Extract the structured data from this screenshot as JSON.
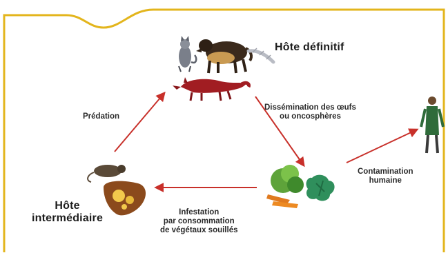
{
  "labels": {
    "definitive_host": "Hôte définitif",
    "intermediate_host_line1": "Hôte",
    "intermediate_host_line2": "intermédiaire",
    "predation": "Prédation",
    "dissemination_line1": "Dissémination des œufs",
    "dissemination_line2": "ou oncosphères",
    "contamination_line1": "Contamination",
    "contamination_line2": "humaine",
    "infestation_line1": "Infestation",
    "infestation_line2": "par consommation",
    "infestation_line3": "de végétaux souillés"
  },
  "colors": {
    "frame": "#e3b51c",
    "arrow": "#c8302a",
    "fox": "#a11d22",
    "human": "#2f6b3a"
  },
  "icons": {
    "cat": "cat-icon",
    "dog": "dog-icon",
    "fox": "fox-icon",
    "vole": "vole-icon",
    "liver": "liver-icon",
    "vegetables": "vegetables-icon",
    "human": "human-icon"
  }
}
